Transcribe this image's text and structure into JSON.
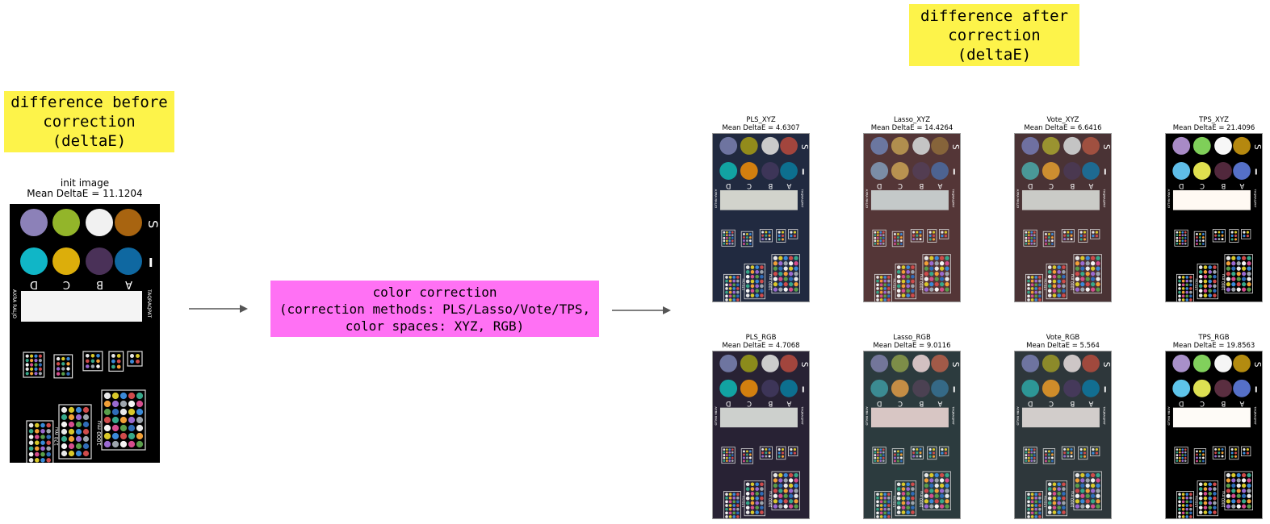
{
  "notes": {
    "before": [
      "difference before",
      "correction",
      "(deltaE)"
    ],
    "after": [
      "difference after",
      "correction",
      "(deltaE)"
    ]
  },
  "process": {
    "lines": [
      "color correction",
      "(correction methods: PLS/Lasso/Vote/TPS,",
      "color spaces: XYZ, RGB)"
    ]
  },
  "chart_labels": {
    "row_label": "I",
    "row_label_top": "S",
    "col_letters": [
      "D",
      "C",
      "B",
      "A"
    ],
    "side_left": "AXRA RALJO",
    "side_right": "TAQRAQPAT",
    "palette_size_labels": [
      "1000 mu",
      "170 mu"
    ]
  },
  "init": {
    "title": "init image",
    "subtitle": "Mean DeltaE = 11.1204",
    "bg": "#000000",
    "top": [
      "#8c81b8",
      "#93b52a",
      "#f1f1f1",
      "#a86410"
    ],
    "bottom": [
      "#10b6c7",
      "#dcae0b",
      "#4a3158",
      "#0f68a1"
    ]
  },
  "results": [
    {
      "title": "PLS_XYZ",
      "subtitle": "Mean DeltaE = 4.6307",
      "bg": "#212a40",
      "top": [
        "#6e74a0",
        "#928b1b",
        "#cacaca",
        "#a2453d"
      ],
      "bottom": [
        "#12a3a2",
        "#d27f0f",
        "#3d3558",
        "#0d6f8f"
      ],
      "strip": "#d2d3cc"
    },
    {
      "title": "Lasso_XYZ",
      "subtitle": "Mean DeltaE = 14.4264",
      "bg": "#543637",
      "top": [
        "#6b77a0",
        "#b08e4e",
        "#c4c4c4",
        "#86643a"
      ],
      "bottom": [
        "#7b8da6",
        "#b89250",
        "#533d52",
        "#4d6391"
      ],
      "strip": "#c4c9c9"
    },
    {
      "title": "Vote_XYZ",
      "subtitle": "Mean DeltaE = 6.6416",
      "bg": "#4a3335",
      "top": [
        "#6f70a0",
        "#9a9330",
        "#c4c4c4",
        "#a05040"
      ],
      "bottom": [
        "#4a9898",
        "#cd8e30",
        "#4a3850",
        "#1e6a91"
      ],
      "strip": "#cacbc7"
    },
    {
      "title": "TPS_XYZ",
      "subtitle": "Mean DeltaE = 21.4096",
      "bg": "#000000",
      "top": [
        "#a88ac6",
        "#7fcf59",
        "#f7f7f7",
        "#b5880f"
      ],
      "bottom": [
        "#5fbde8",
        "#e0e04f",
        "#51283c",
        "#5570c8"
      ],
      "strip": "#fff9f3"
    },
    {
      "title": "PLS_RGB",
      "subtitle": "Mean DeltaE = 4.7068",
      "bg": "#282234",
      "top": [
        "#6e75a0",
        "#8b8b1b",
        "#cccccc",
        "#a2453d"
      ],
      "bottom": [
        "#12a3a2",
        "#d27f0f",
        "#3d3558",
        "#0d6f8f"
      ],
      "strip": "#cdd0cd"
    },
    {
      "title": "Lasso_RGB",
      "subtitle": "Mean DeltaE = 9.0116",
      "bg": "#2c3b3e",
      "top": [
        "#73769a",
        "#7d8d48",
        "#d3c0c1",
        "#a25a48"
      ],
      "bottom": [
        "#3b8b92",
        "#c48d45",
        "#4b4152",
        "#356986"
      ],
      "strip": "#d8c6c4"
    },
    {
      "title": "Vote_RGB",
      "subtitle": "Mean DeltaE = 5.564",
      "bg": "#2e373b",
      "top": [
        "#6e74a0",
        "#8c8a2a",
        "#cdc6c6",
        "#a0493d"
      ],
      "bottom": [
        "#2d9696",
        "#cf8c2a",
        "#45395a",
        "#126e91"
      ],
      "strip": "#d2cdcb"
    },
    {
      "title": "TPS_RGB",
      "subtitle": "Mean DeltaE = 19.8563",
      "bg": "#000000",
      "top": [
        "#a890c9",
        "#81d05c",
        "#f5f5f5",
        "#b38b10"
      ],
      "bottom": [
        "#5ec4ea",
        "#dde052",
        "#5a2e40",
        "#5570c8"
      ],
      "strip": "#fefbf7"
    }
  ],
  "palette": [
    "#e8e8e8",
    "#d9c82a",
    "#3a8ad8",
    "#cf4b4b",
    "#37a88a",
    "#f2a037",
    "#9a6ad1",
    "#9ea5ad",
    "#f4f4f4",
    "#d54e8e",
    "#5a9e4b",
    "#2f6cb8"
  ]
}
